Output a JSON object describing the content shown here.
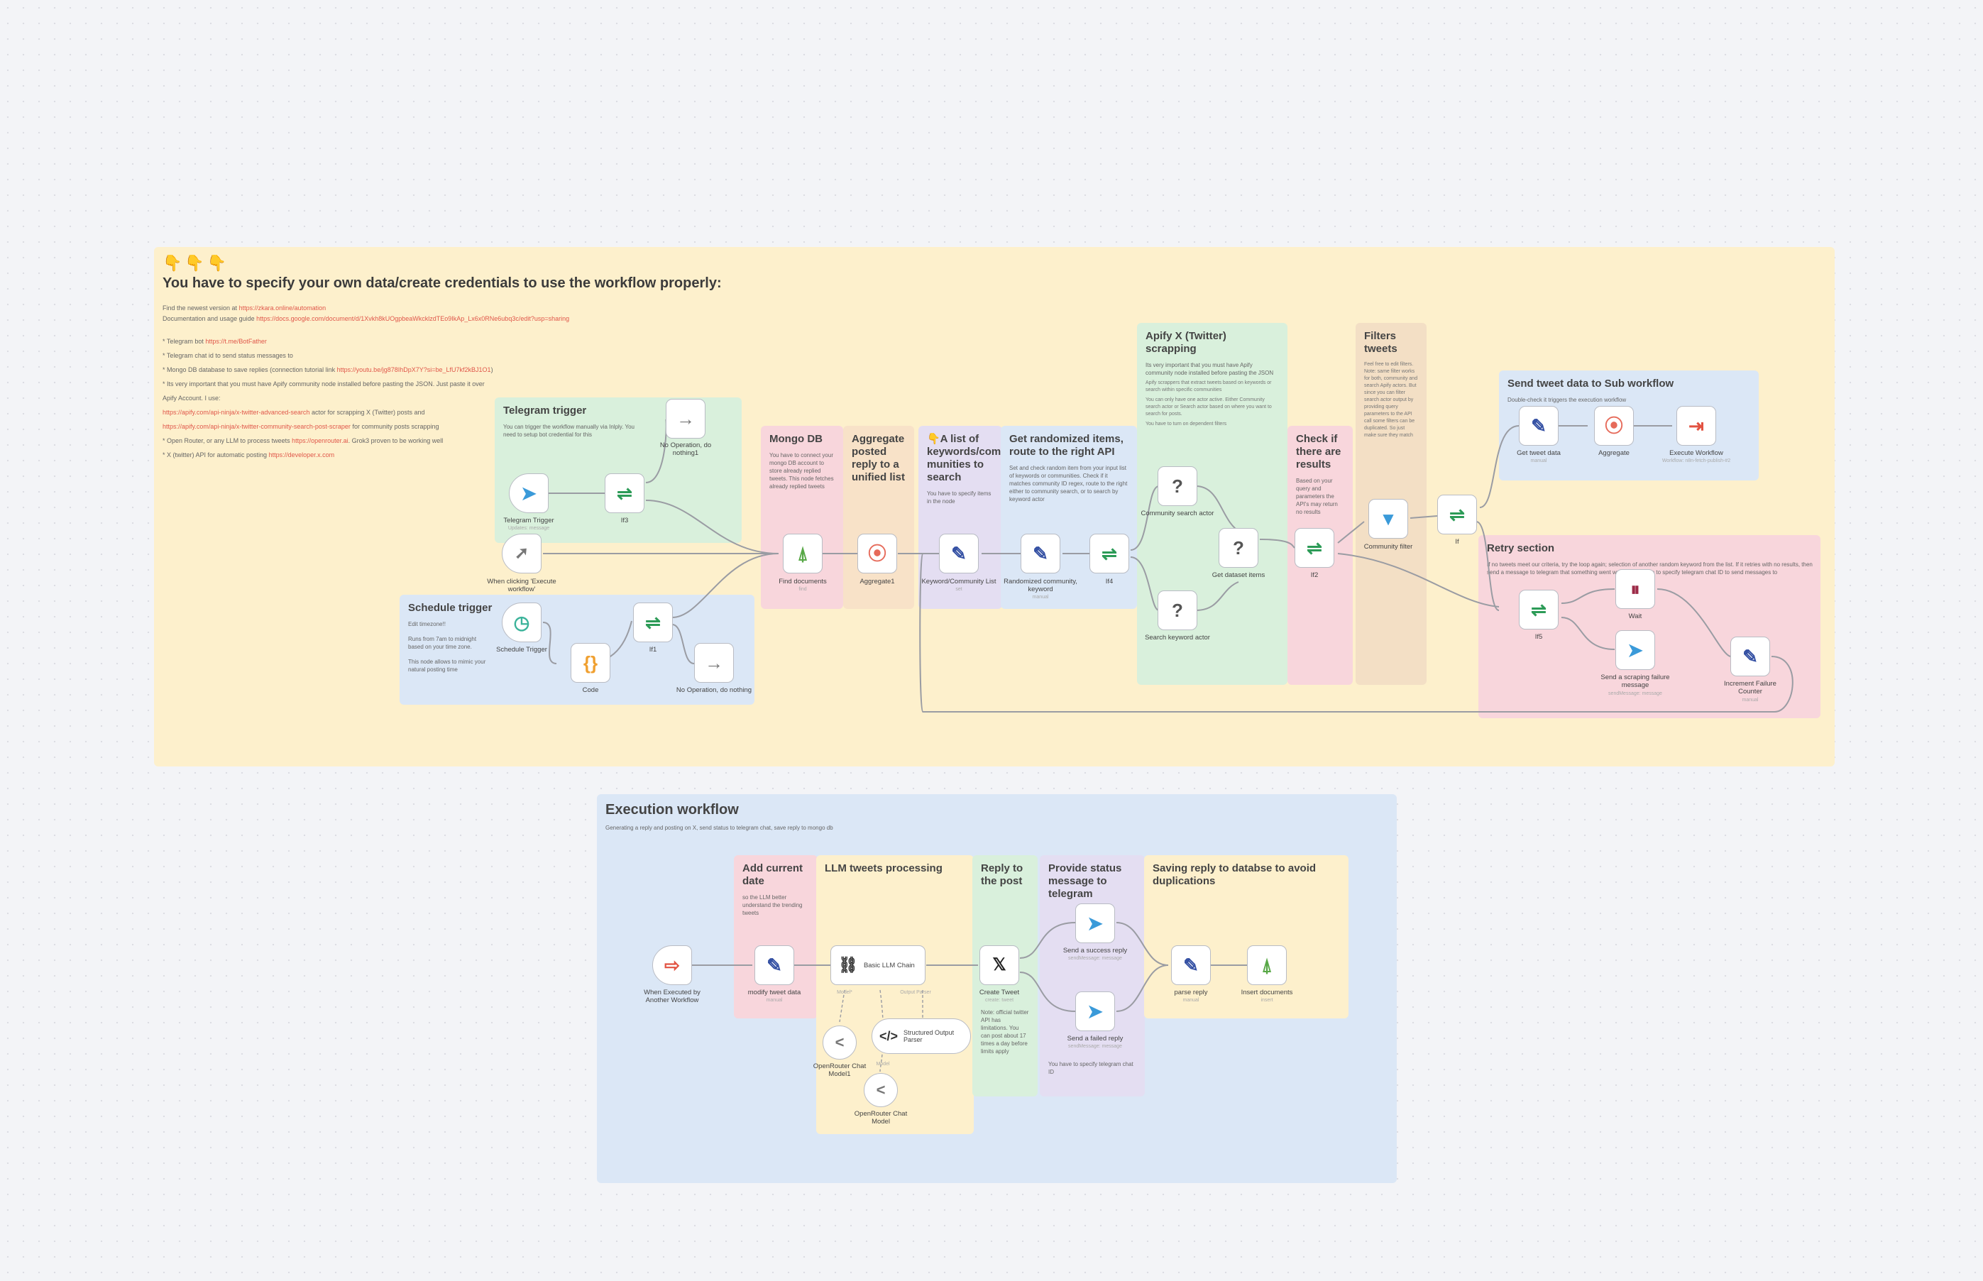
{
  "setup_note": {
    "emojis": "👇👇👇",
    "title": "You have to specify your own data/create credentials to use the workflow properly:",
    "line1_prefix": "Find the newest version at",
    "line1_link": "https://zkara.online/automation",
    "line2_prefix": "Documentation and usage guide",
    "line2_link": "https://docs.google.com/document/d/1Xvkh8kUOgpbeaWkcklzdTEo9IkAp_Lx6x0RNe6ubq3c/edit?usp=sharing",
    "b1_prefix": "* Telegram bot",
    "b1_link": "https://t.me/BotFather",
    "b2": "* Telegram chat id to send status messages to",
    "b3_prefix": "* Mongo DB database to save replies (connection tutorial link",
    "b3_link": "https://youtu.be/jg878IhDpX7Y?si=be_LfU7kf2kBJ1O1",
    "b4": "* Its very important that you must have Apify community node installed before pasting the JSON. Just paste it over",
    "b5": "Apify Account. I use:",
    "b6_link": "https://apify.com/api-ninja/x-twitter-advanced-search",
    "b6_suffix": "actor for scrapping X (Twitter) posts and",
    "b7_link": "https://apify.com/api-ninja/x-twitter-community-search-post-scraper",
    "b7_suffix": "for community posts scrapping",
    "b8_prefix": "* Open Router, or any LLM to process tweets",
    "b8_link": "https://openrouter.ai",
    "b8_suffix": ". Grok3 proven to be working well",
    "b9_prefix": "* X (twitter) API for automatic posting",
    "b9_link": "https://developer.x.com"
  },
  "sticky_notes": {
    "telegram_trigger": {
      "title": "Telegram trigger",
      "body": "You can trigger the workflow manually via Inlply. You need to setup bot credential for this"
    },
    "schedule_trigger": {
      "title": "Schedule trigger",
      "body1": "Edit timezone!!",
      "body2": "Runs from 7am to midnight based on your time zone.",
      "body3": "This node allows to mimic your natural posting time"
    },
    "mongo_db": {
      "title": "Mongo DB",
      "body": "You have to connect your mongo DB account to store already replied tweets. This node fetches already replied tweets"
    },
    "aggregate_posted": {
      "title": "Aggregate posted reply to a unified list",
      "body": ""
    },
    "keywords_list": {
      "title": "👇A list of keywords/com munities to search",
      "body": "You have to specify items in the node"
    },
    "randomized": {
      "title": "Get randomized items, route to the right API",
      "body": "Set and check random item from your input list of keywords or communities. Check if it matches community ID regex, route to the right either to community search, or to search by keyword actor"
    },
    "apify": {
      "title": "Apify X (Twitter) scrapping",
      "body1": "Its very important that you must have Apify community node installed before pasting the JSON",
      "body2": "Apify scrappers that extract tweets based on keywords or search within specific communities",
      "body3": "You can only have one actor active. Either Community search actor or Search actor based on where you want to search for posts.",
      "body4": "You have to turn on dependent filters"
    },
    "check_results": {
      "title": "Check if there are results",
      "body": "Based on your query and parameters the API's may return no results"
    },
    "filters": {
      "title": "Filters tweets",
      "body": "Feel free to edit filters. Note: same filter works for both, community and search Apify actors. But since you can filter search actor output by providing query parameters to the API call some filters can be duplicated. So just make sure they match"
    },
    "send_tweet": {
      "title": "Send tweet data to Sub workflow",
      "body": "Double-check it triggers the execution workflow"
    },
    "retry": {
      "title": "Retry section",
      "body": "If no tweets meet our criteria, try the loop again; selection of another random keyword from the list. If it retries with no results, then send a message to telegram that something went wrong. You have to specify telegram chat ID to send messages to"
    },
    "execution": {
      "title": "Execution workflow",
      "body": "Generating a reply and posting on X, send status to telegram chat, save reply to mongo db"
    },
    "add_date": {
      "title": "Add current date",
      "body": "so the LLM better understand the trending tweets"
    },
    "llm_processing": {
      "title": "LLM tweets processing",
      "body": ""
    },
    "reply_post": {
      "title": "Reply to the post",
      "body": "Note: official twitter API has limitations. You can post about 17 times a day before limits apply"
    },
    "status_message": {
      "title": "Provide status message to telegram",
      "body": "You have to specify telegram chat ID"
    },
    "saving_reply": {
      "title": "Saving reply to databse to avoid duplications",
      "body": ""
    }
  },
  "nodes": {
    "telegram_trigger": {
      "label": "Telegram Trigger",
      "sub": "Updates: message",
      "icon": "telegram-icon"
    },
    "if3": {
      "label": "If3",
      "icon": "if-icon"
    },
    "noop_top": {
      "label": "No Operation, do nothing1",
      "icon": "arrow-right-icon"
    },
    "manual_trigger": {
      "label": "When clicking 'Execute workflow'",
      "icon": "cursor-icon"
    },
    "schedule_trigger": {
      "label": "Schedule Trigger",
      "icon": "clock-icon"
    },
    "code": {
      "label": "Code",
      "icon": "code-braces-icon"
    },
    "if1": {
      "label": "If1",
      "icon": "if-icon"
    },
    "noop_bottom": {
      "label": "No Operation, do nothing",
      "icon": "arrow-right-icon"
    },
    "find_documents": {
      "label": "Find documents",
      "sub": "find",
      "icon": "mongodb-leaf-icon"
    },
    "aggregate1": {
      "label": "Aggregate1",
      "icon": "aggregate-icon"
    },
    "keyword_list": {
      "label": "Keyword/Community List",
      "sub": "set",
      "icon": "pencil-icon"
    },
    "randomized_keyword": {
      "label": "Randomized community, keyword",
      "sub": "manual",
      "icon": "pencil-icon"
    },
    "if4": {
      "label": "If4",
      "icon": "if-icon"
    },
    "community_search": {
      "label": "Community search actor",
      "icon": "question-icon"
    },
    "get_dataset": {
      "label": "Get dataset items",
      "icon": "question-icon"
    },
    "search_keyword": {
      "label": "Search keyword actor",
      "icon": "question-icon"
    },
    "if2": {
      "label": "If2",
      "icon": "if-icon"
    },
    "community_filter": {
      "label": "Community filter",
      "icon": "filter-icon"
    },
    "if_node": {
      "label": "If",
      "icon": "if-icon"
    },
    "get_tweet_data": {
      "label": "Get tweet data",
      "sub": "manual",
      "icon": "pencil-icon"
    },
    "aggregate": {
      "label": "Aggregate",
      "icon": "aggregate-icon"
    },
    "execute_workflow": {
      "label": "Execute Workflow",
      "sub": "Workflow: n8n-fetch-publish-#2",
      "icon": "execute-workflow-icon"
    },
    "if5": {
      "label": "If5",
      "icon": "if-icon"
    },
    "wait": {
      "label": "Wait",
      "icon": "pause-icon"
    },
    "scraping_failure": {
      "label": "Send a scraping failure message",
      "sub": "sendMessage: message",
      "icon": "telegram-icon"
    },
    "increment_counter": {
      "label": "Increment Failure Counter",
      "sub": "manual",
      "icon": "pencil-icon"
    },
    "when_executed": {
      "label": "When Executed by Another Workflow",
      "icon": "exit-icon"
    },
    "modify_tweet": {
      "label": "modify tweet data",
      "sub": "manual",
      "icon": "pencil-icon"
    },
    "basic_llm": {
      "label": "Basic LLM Chain",
      "icon": "chain-link-icon"
    },
    "openrouter1": {
      "label": "OpenRouter Chat Model1",
      "icon": "openrouter-icon"
    },
    "structured_parser": {
      "label": "Structured Output Parser",
      "icon": "code-tag-icon"
    },
    "openrouter2": {
      "label": "OpenRouter Chat Model",
      "icon": "openrouter-icon"
    },
    "create_tweet": {
      "label": "Create Tweet",
      "sub": "create: tweet",
      "icon": "x-logo-icon"
    },
    "success_reply": {
      "label": "Send a success reply",
      "sub": "sendMessage: message",
      "icon": "telegram-icon"
    },
    "failed_reply": {
      "label": "Send a failed reply",
      "sub": "sendMessage: message",
      "icon": "telegram-icon"
    },
    "parse_reply": {
      "label": "parse reply",
      "sub": "manual",
      "icon": "pencil-icon"
    },
    "insert_documents": {
      "label": "Insert documents",
      "sub": "insert",
      "icon": "mongodb-leaf-icon"
    }
  },
  "port_labels": {
    "model": "Model*",
    "output_parser": "Output Parser",
    "fallback_model": "Model",
    "true": "true",
    "false": "false"
  },
  "colors": {
    "link": "#e0574a",
    "if_green": "#2c9b57",
    "telegram": "#3a9ad9",
    "pencil": "#3450a3",
    "aggregate": "#e66a5a",
    "mongodb": "#58a847",
    "filter": "#3a9ad9",
    "wait": "#9c2a47",
    "execute": "#e25342",
    "schedule": "#3bb39a",
    "code": "#f0a030"
  }
}
